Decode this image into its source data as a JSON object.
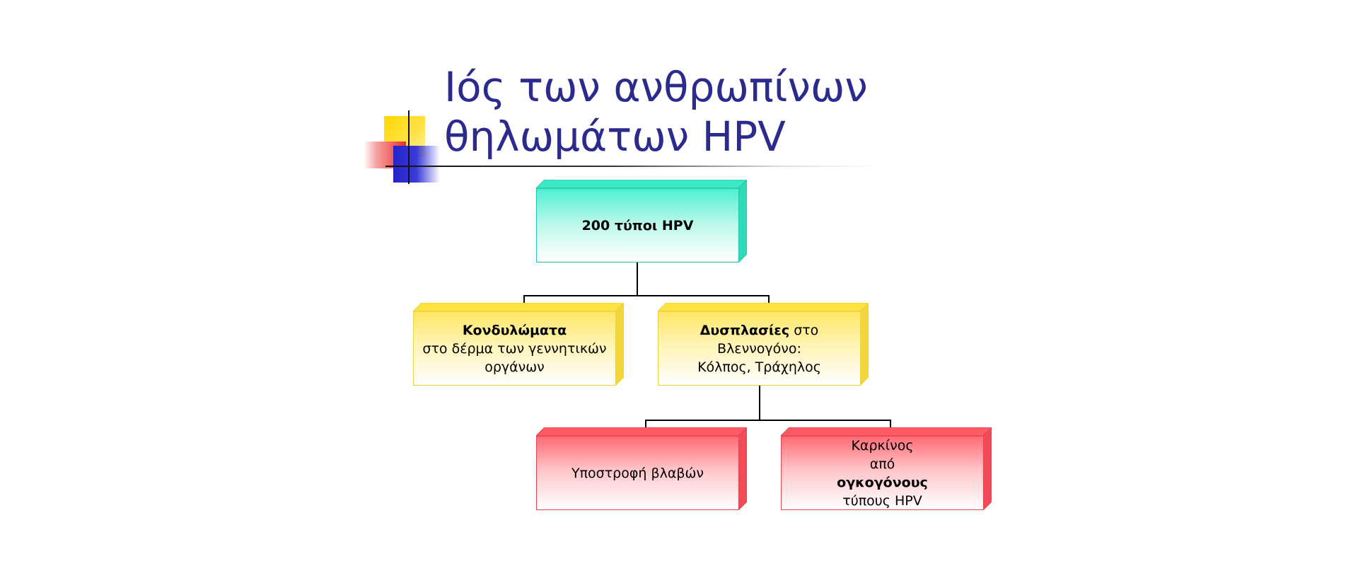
{
  "title": {
    "line1": "Ιός των ανθρωπίνων",
    "line2": "θηλωμάτων HPV"
  },
  "colors": {
    "title": "#2b2b8e",
    "teal": "#4ff0d2",
    "yellow": "#ffe666",
    "red": "#ff6b75"
  },
  "nodes": {
    "root": {
      "bold": "200 τύποι HPV"
    },
    "warts": {
      "bold": "Κονδυλώματα",
      "line2": "στο δέρμα των γεννητικών",
      "line3": "οργάνων"
    },
    "dysplasia": {
      "bold": "Δυσπλασίες",
      "rest1": " στο",
      "line2": "Βλεννογόνο:",
      "line3": "Κόλπος, Τράχηλος"
    },
    "regression": {
      "text": "Υποστροφή βλαβών"
    },
    "cancer": {
      "line1": "Καρκίνος",
      "line2": "από",
      "bold": "ογκογόνους",
      "line4": "τύπους HPV"
    }
  }
}
